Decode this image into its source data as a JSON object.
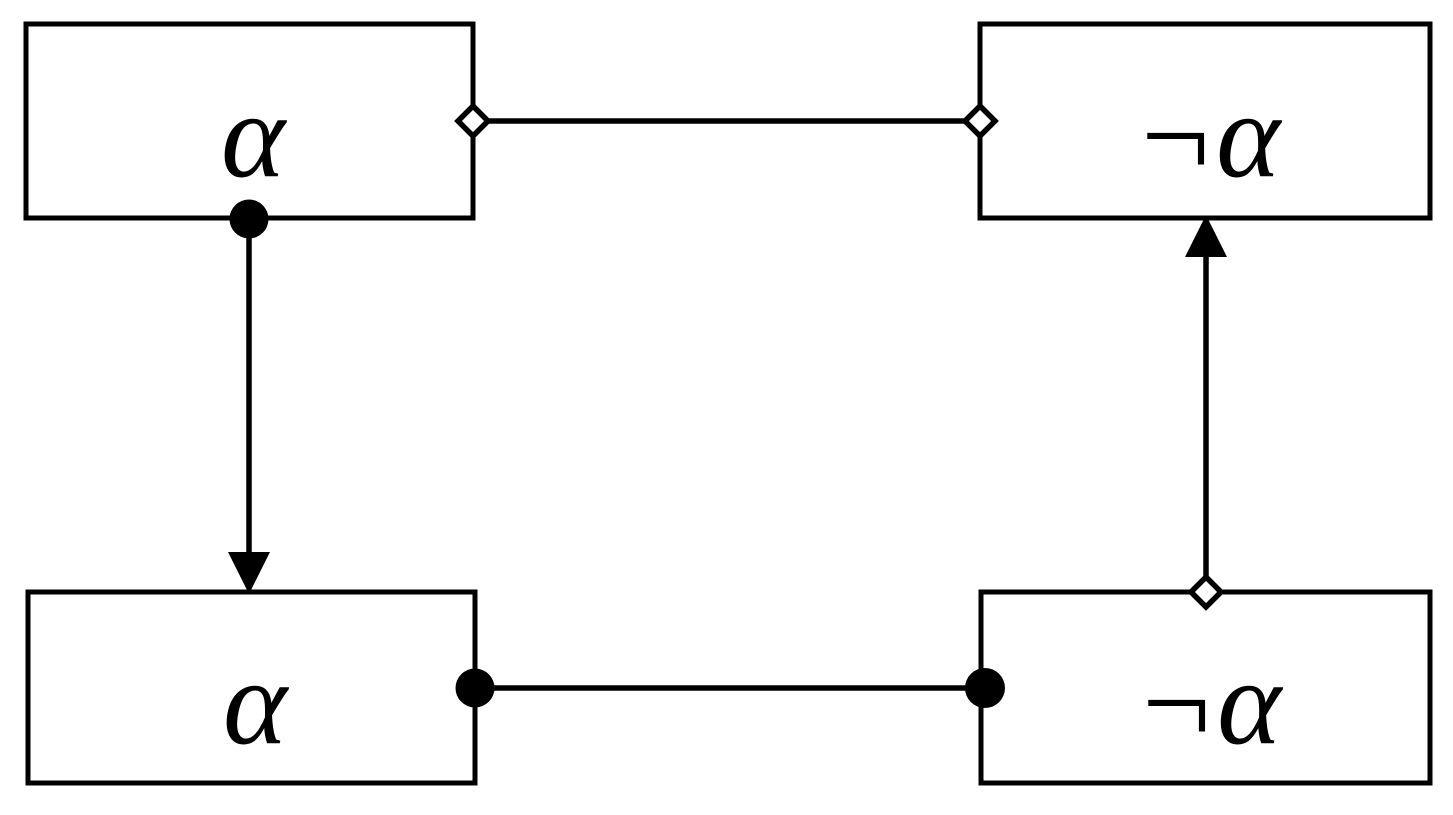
{
  "theme": {
    "stroke": "#000000",
    "node-fill": "#ffffff",
    "background": "#ffffff"
  },
  "diagram": {
    "type": "node-link-logic-diagram",
    "nodes": [
      {
        "id": "top-left",
        "label": "α"
      },
      {
        "id": "top-right",
        "label": "¬α"
      },
      {
        "id": "bottom-left",
        "label": "α"
      },
      {
        "id": "bottom-right",
        "label": "¬α"
      }
    ],
    "edges": [
      {
        "from": "top-left",
        "to": "top-right",
        "style": "plain-line",
        "from_marker": "open-diamond",
        "to_marker": "open-diamond"
      },
      {
        "from": "top-left",
        "to": "bottom-left",
        "style": "arrow",
        "from_marker": "filled-circle",
        "to_marker": "solid-arrowhead"
      },
      {
        "from": "bottom-right",
        "to": "top-right",
        "style": "arrow",
        "from_marker": "open-diamond",
        "to_marker": "solid-arrowhead"
      },
      {
        "from": "bottom-left",
        "to": "bottom-right",
        "style": "plain-line",
        "from_marker": "filled-circle",
        "to_marker": "filled-circle"
      }
    ]
  }
}
